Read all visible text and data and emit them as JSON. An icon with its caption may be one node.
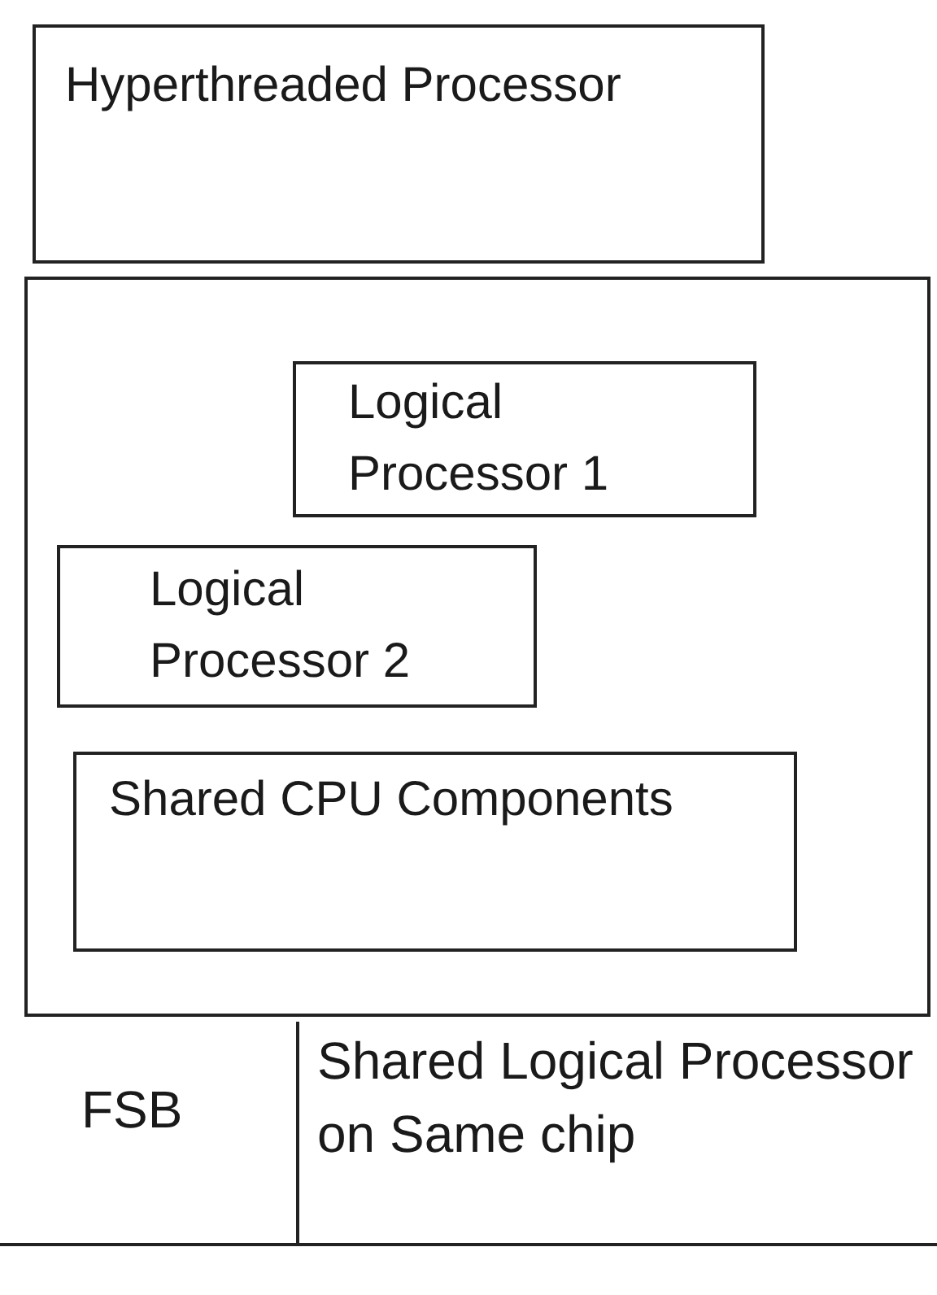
{
  "diagram": {
    "nodes": [
      {
        "text": [
          "Hyperthreaded Processor"
        ]
      },
      {
        "text": [],
        "shape": "box"
      },
      {
        "text": [
          "Logical Processor 1"
        ],
        "in": 1
      },
      {
        "text": [
          "Logical Processor 2"
        ],
        "in": 1
      },
      {
        "text": [
          "Shared CPU Components"
        ],
        "in": 1
      }
    ],
    "labels": [
      "FSB",
      "Shared Logical Processor on Same chip"
    ]
  }
}
